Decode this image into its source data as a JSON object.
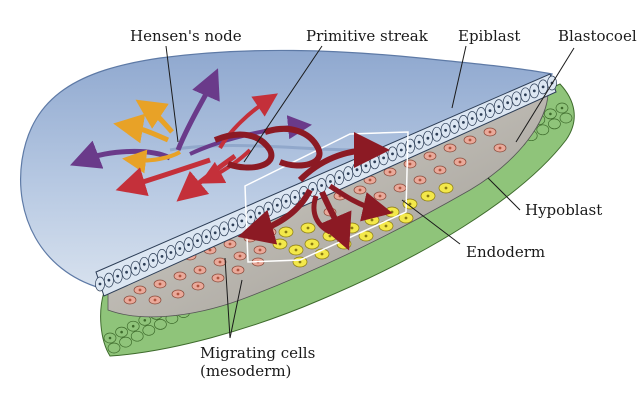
{
  "labels": {
    "hensens_node": "Hensen's node",
    "primitive_streak": "Primitive streak",
    "epiblast": "Epiblast",
    "blastocoel": "Blastocoel",
    "hypoblast": "Hypoblast",
    "endoderm": "Endoderm",
    "migrating_cells_line1": "Migrating cells",
    "migrating_cells_line2": "(mesoderm)"
  },
  "colors": {
    "embryo_surface": "#a9bedb",
    "embryo_surface_dark": "#7f97c0",
    "epiblast_cells": "#dce6f2",
    "hypoblast_cells": "#8fc47a",
    "endoderm_cells": "#f3e84a",
    "mesoderm_cells": "#eaa99a",
    "mesoderm_nucleus": "#b0553f",
    "blastocoel_fill": "#c9c6c0",
    "arrow_red": "#c4303a",
    "arrow_darkred": "#8c1a24",
    "arrow_purple": "#6a3a8a",
    "arrow_orange": "#e8a227"
  }
}
